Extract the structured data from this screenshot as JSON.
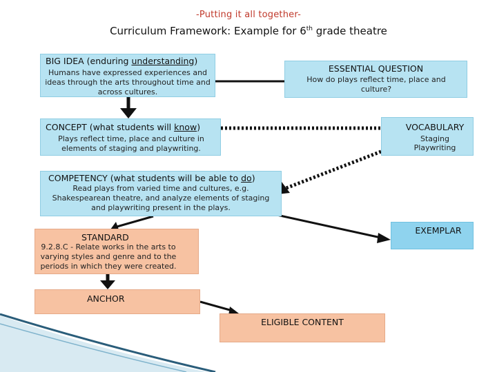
{
  "header": {
    "subtitle": "-Putting it all together-",
    "title_main": "Curriculum Framework: Example for 6",
    "title_sup": "th",
    "title_tail": " grade theatre"
  },
  "big_idea": {
    "label_pre": "BIG IDEA (enduring ",
    "label_u": "understanding",
    "label_post": ")",
    "text": "Humans have expressed experiences and ideas through the arts throughout time and across cultures."
  },
  "essential_question": {
    "label": "ESSENTIAL QUESTION",
    "text": "How do plays reflect time, place and culture?"
  },
  "concept": {
    "label_pre": "CONCEPT (what students will ",
    "label_u": "know",
    "label_post": ")",
    "text": "Plays reflect time, place and culture in elements of staging and playwriting."
  },
  "vocabulary": {
    "label": "VOCABULARY",
    "items": [
      "Staging",
      "Playwriting"
    ]
  },
  "competency": {
    "label_pre": "COMPETENCY (what students will be able to ",
    "label_u": "do",
    "label_post": ")",
    "text": "Read plays from varied time and cultures, e.g. Shakespearean theatre, and analyze elements of staging and playwriting present in the plays."
  },
  "exemplar": {
    "label": "EXEMPLAR"
  },
  "standard": {
    "label": "STANDARD",
    "text": "9.2.8.C - Relate works in the arts to varying styles and genre and to the periods in which they were created."
  },
  "anchor": {
    "label": "ANCHOR"
  },
  "eligible_content": {
    "label": "ELIGIBLE CONTENT"
  },
  "colors": {
    "light_blue": "#b7e3f2",
    "mid_blue": "#8fd3ee",
    "salmon": "#f7c2a2",
    "subtitle_red": "#c0392b"
  }
}
